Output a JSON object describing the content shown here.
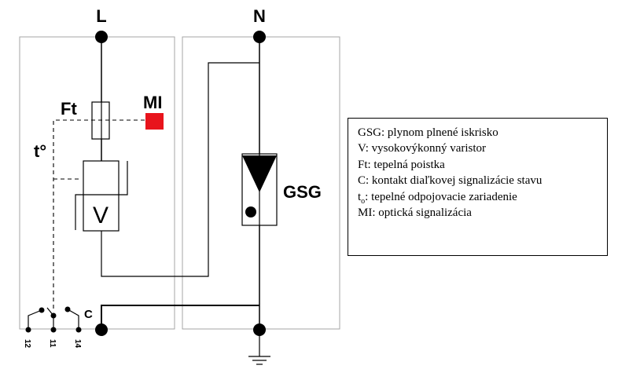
{
  "diagram": {
    "terminals": {
      "line": "L",
      "neutral": "N"
    },
    "components": {
      "thermal_fuse": "Ft",
      "optical_indicator": "MI",
      "thermal_disconnector": "t°",
      "varistor": "V",
      "gas_discharge_tube": "GSG",
      "remote_contact": "C"
    },
    "contact_pins": [
      "12",
      "11",
      "14"
    ],
    "colors": {
      "indicator": "#e8141c",
      "module_border": "#a6a6a6",
      "wire": "#000000"
    }
  },
  "legend": {
    "items": [
      {
        "text": "GSG: plynom plnené iskrisko"
      },
      {
        "text": "V: vysokovýkonný varistor"
      },
      {
        "text": "Ft: tepelná poistka"
      },
      {
        "text": "C: kontakt diaľkovej signalizácie stavu"
      },
      {
        "symbol": "t",
        "sub": "o",
        "text": ": tepelné odpojovacie zariadenie"
      },
      {
        "text": "MI: optická signalizácia"
      }
    ]
  }
}
